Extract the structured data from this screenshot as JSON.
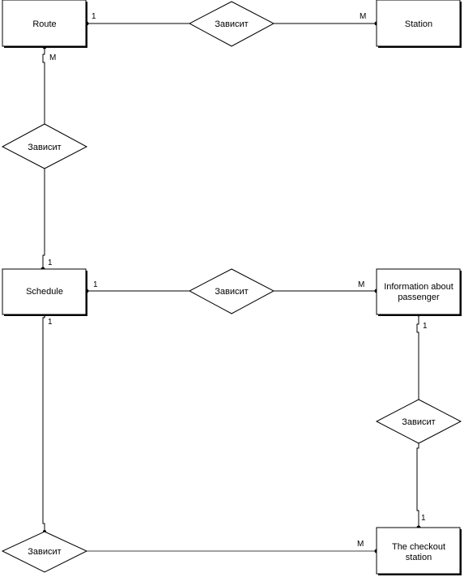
{
  "entities": {
    "route": {
      "label": "Route"
    },
    "station": {
      "label": "Station"
    },
    "schedule": {
      "label": "Schedule"
    },
    "passenger": {
      "line1": "Information about",
      "line2": "passenger"
    },
    "checkout": {
      "line1": "The checkout",
      "line2": "station"
    }
  },
  "relationships": {
    "route_station": {
      "label": "Зависит"
    },
    "route_schedule": {
      "label": "Зависит"
    },
    "schedule_passenger": {
      "label": "Зависит"
    },
    "passenger_checkout": {
      "label": "Зависит"
    },
    "schedule_checkout": {
      "label": "Зависит"
    }
  },
  "cardinalities": {
    "route_right": "1",
    "station_left": "M",
    "route_bottom": "M",
    "schedule_top": "1",
    "schedule_right": "1",
    "passenger_left": "M",
    "schedule_bottom": "1",
    "passenger_bottom": "1",
    "checkout_top": "1",
    "checkout_left": "M"
  }
}
